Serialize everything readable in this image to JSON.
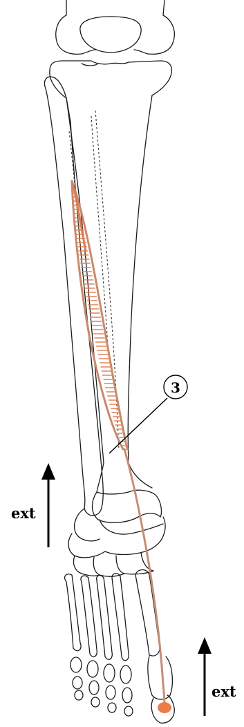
{
  "diagram": {
    "callout_number": "3",
    "motion_labels": {
      "leg": "ext",
      "toe": "ext"
    },
    "colors": {
      "muscle": "#c98a6a",
      "muscle_hatch": "#e07a50",
      "tendon": "#c48f75",
      "insertion": "#ee7b4a",
      "bone": "#1a1a1a"
    }
  }
}
